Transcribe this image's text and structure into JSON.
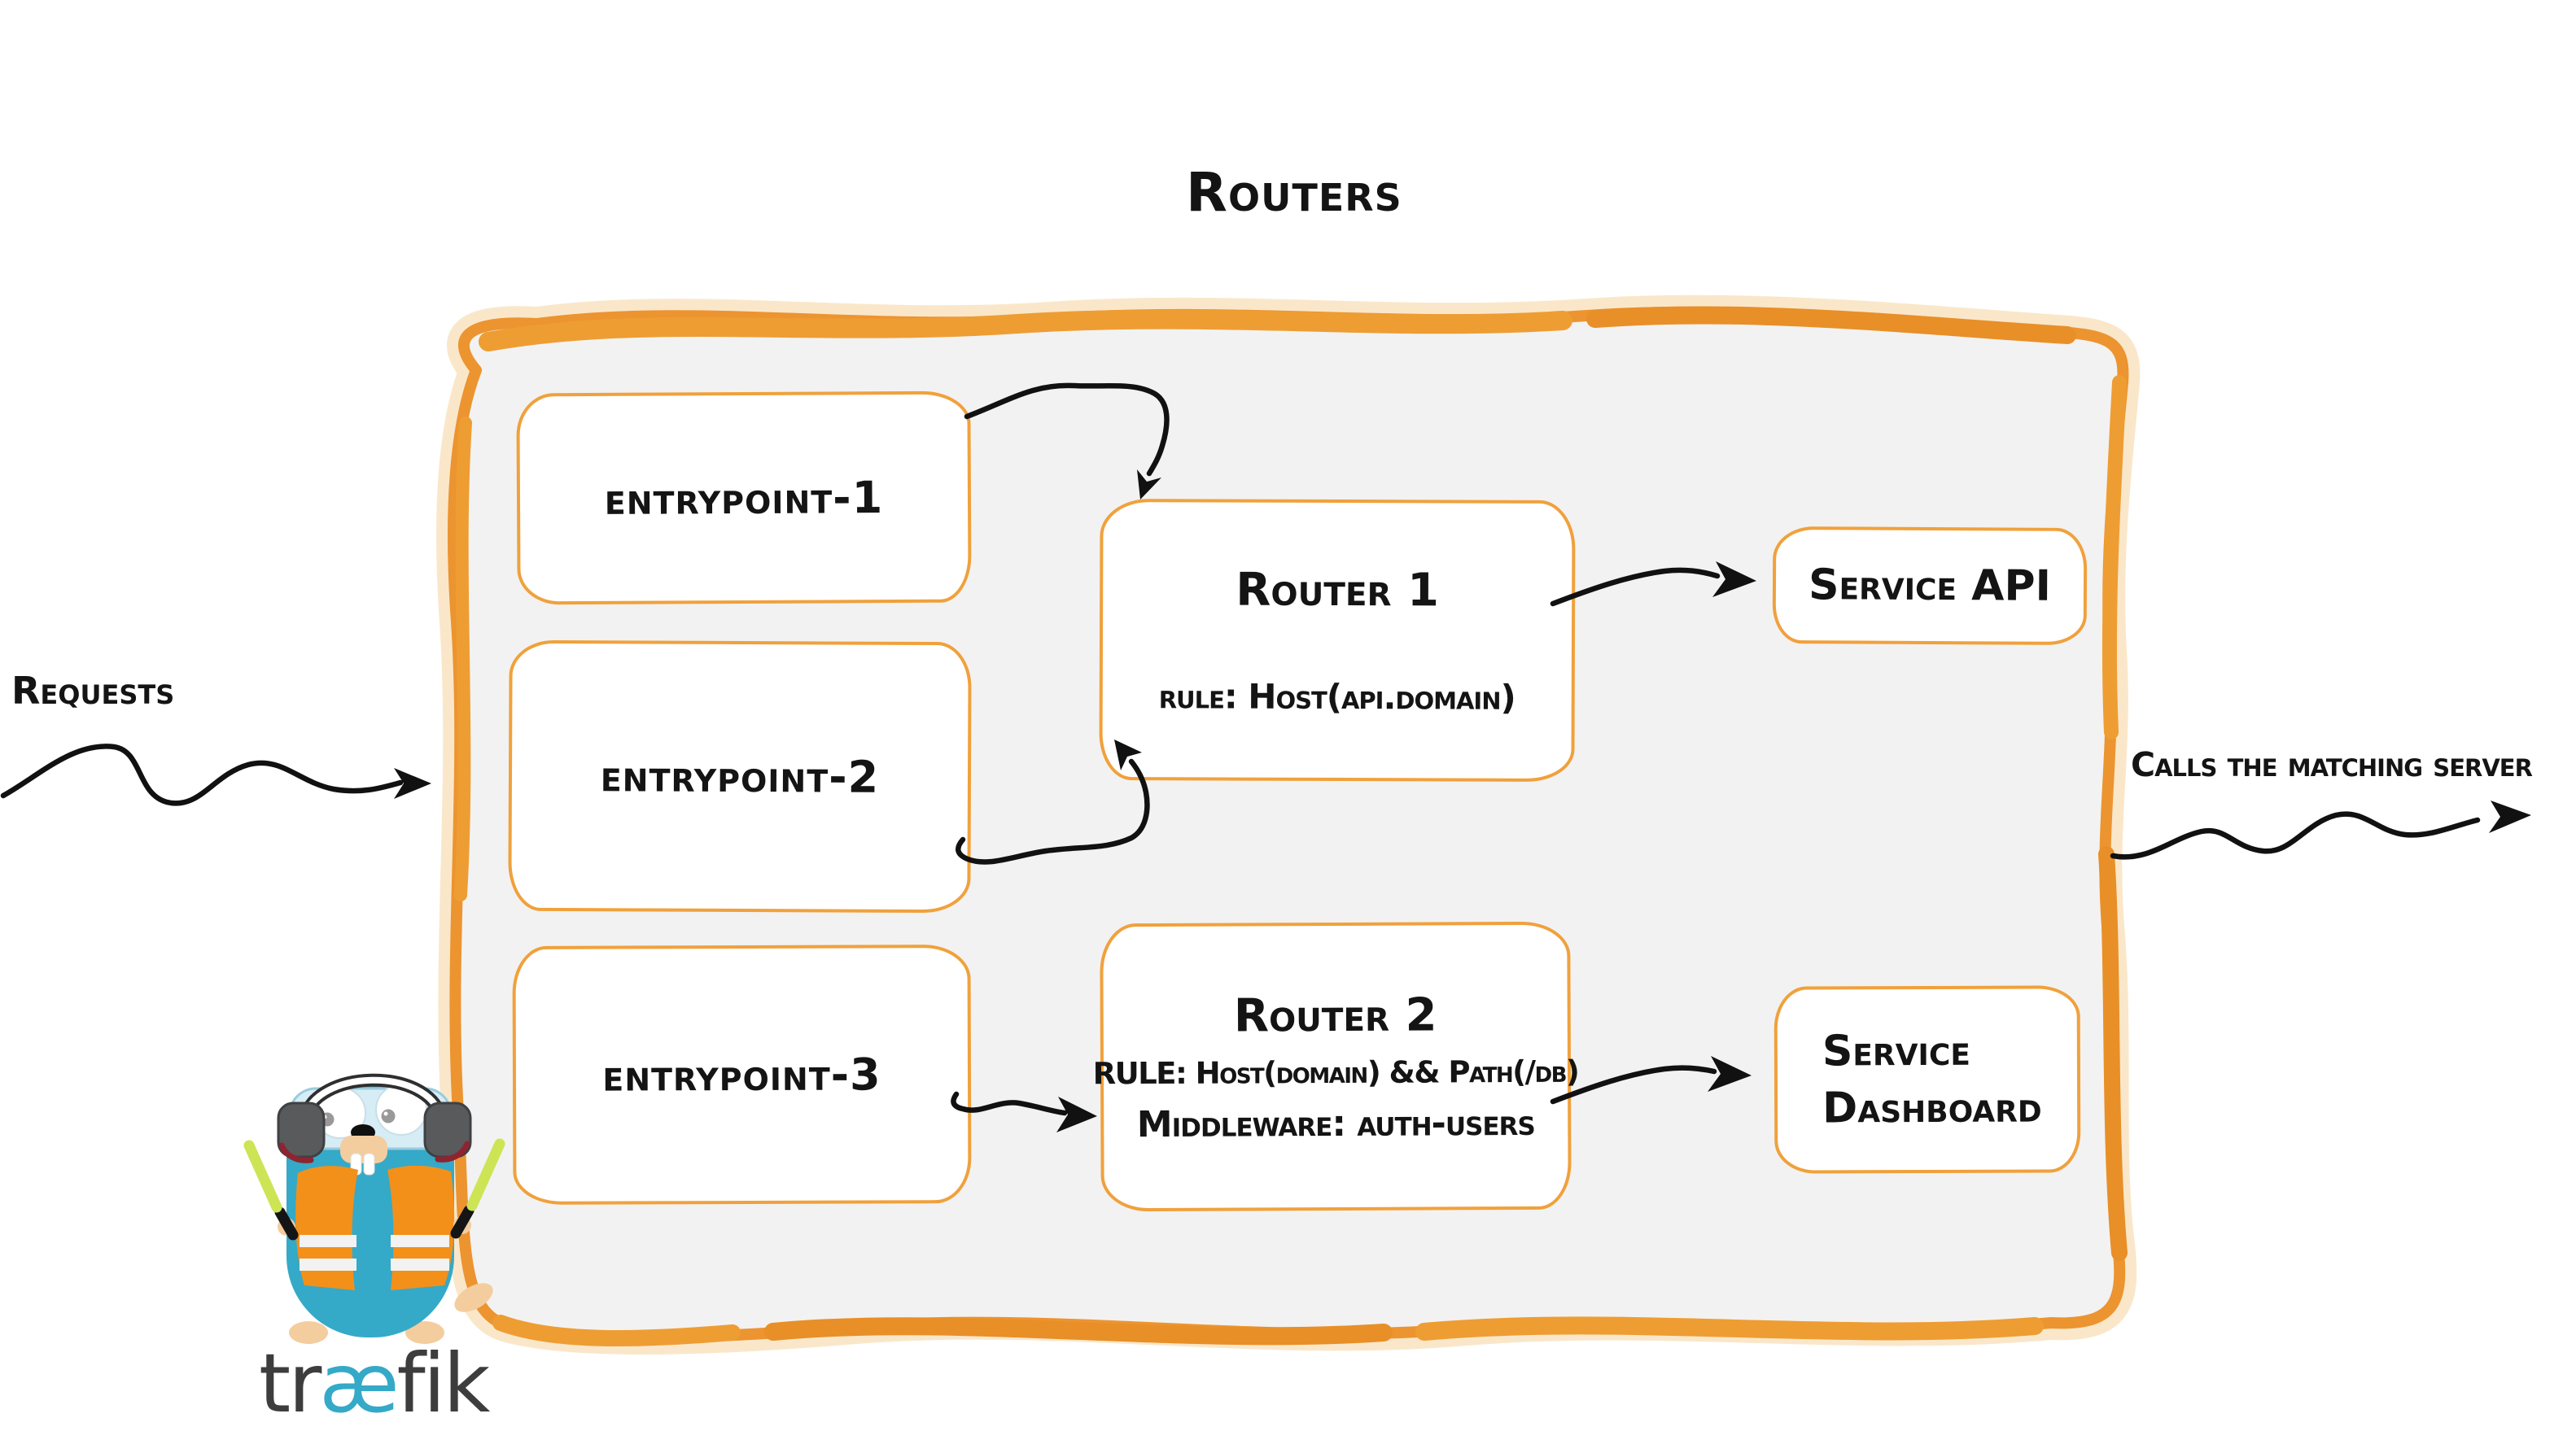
{
  "diagram": {
    "title": "Routers",
    "entrypoints": [
      {
        "label": "entrypoint-1"
      },
      {
        "label": "entrypoint-2"
      },
      {
        "label": "entrypoint-3"
      }
    ],
    "routers": [
      {
        "title": "Router 1",
        "rule": "rule: Host(api.domain)"
      },
      {
        "title": "Router 2",
        "rule": "RULE: Host(domain) && Path(/db)",
        "middleware": "Middleware: auth-users"
      }
    ],
    "services": [
      {
        "label": "Service API"
      },
      {
        "label": "Service Dashboard"
      }
    ],
    "annotations": {
      "requests": "Requests",
      "calls": "Calls the matching server"
    }
  },
  "logo": {
    "full": "træfik",
    "prefix": "tr",
    "ligature": "æ",
    "suffix": "fik"
  },
  "colors": {
    "border_orange": "#EC9430",
    "box_border_orange": "#F0A13C",
    "container_fill": "#F2F2F2",
    "arrow_black": "#111111",
    "gopher_teal": "#35A9C8",
    "vest_orange": "#F39019",
    "baton_green": "#CDE455",
    "wordmark_gray": "#3D3D3D"
  }
}
